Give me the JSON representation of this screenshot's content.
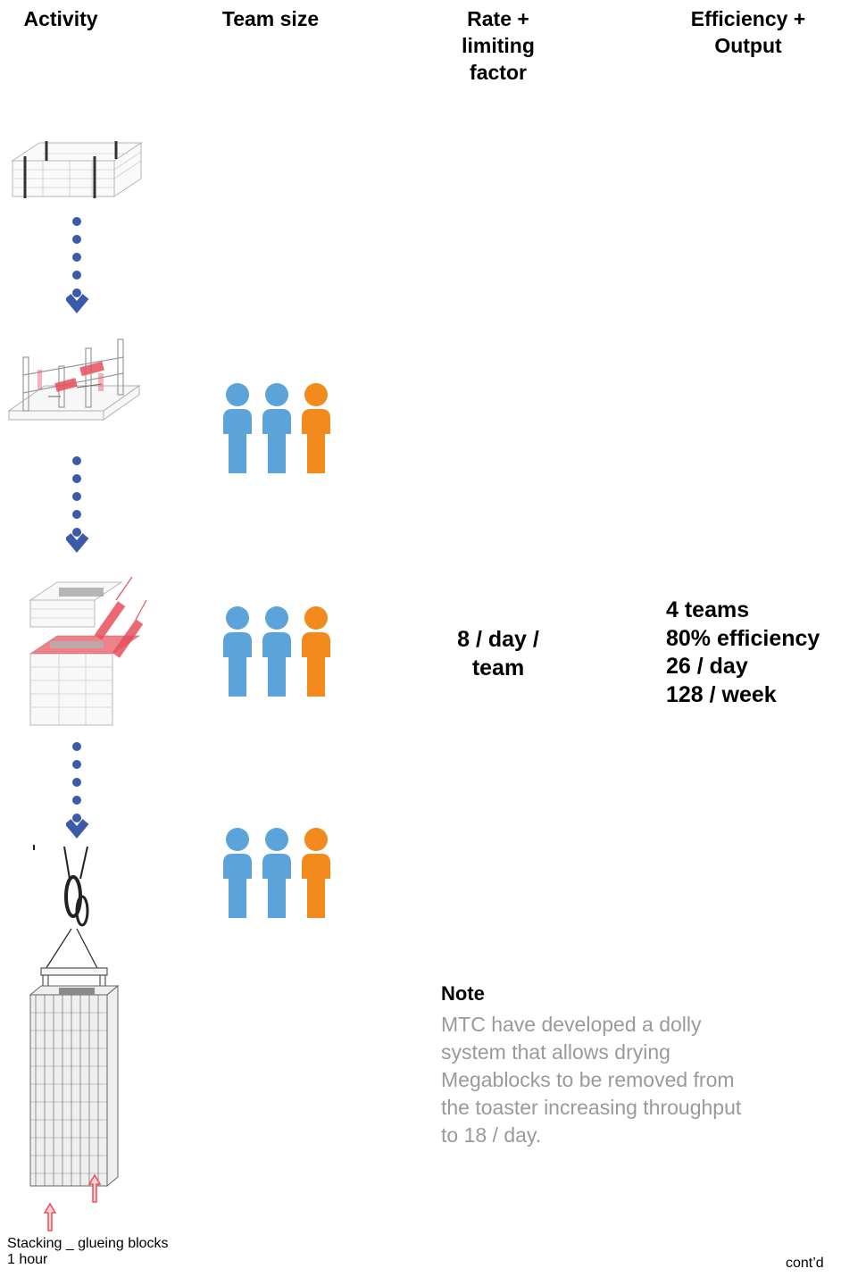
{
  "headers": {
    "activity": "Activity",
    "team_size": "Team size",
    "rate": "Rate +\nlimiting\nfactor",
    "efficiency": "Efficiency +\nOutput"
  },
  "rate_text": "8 / day /\nteam",
  "efficiency_lines": [
    "4 teams",
    "80% efficiency",
    "26 / day",
    "128 / week"
  ],
  "note": {
    "title": "Note",
    "body": "MTC have developed a dolly system that allows drying Megablocks to be removed from the toaster increasing throughput to 18 / day."
  },
  "caption_lines": [
    "Stacking _ glueing blocks",
    "1 hour"
  ],
  "contd": "cont’d",
  "colors": {
    "person_blue": "#5ba3d9",
    "person_orange": "#f28a1e",
    "connector_blue": "#3b5ba8",
    "highlight_red": "#e8505b"
  },
  "team_groups": [
    [
      "blue",
      "blue",
      "orange"
    ],
    [
      "blue",
      "blue",
      "orange"
    ],
    [
      "blue",
      "blue",
      "orange"
    ]
  ]
}
